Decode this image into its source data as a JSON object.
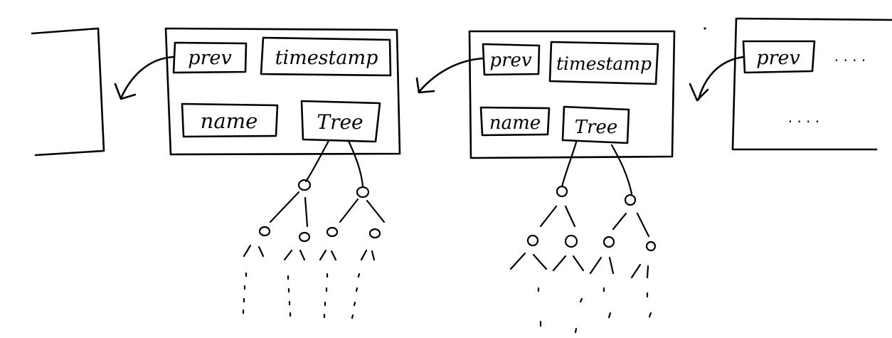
{
  "blocks": [
    {
      "fields": {
        "prev": "prev",
        "timestamp": "timestamp",
        "name": "name",
        "tree": "Tree"
      }
    },
    {
      "fields": {
        "prev": "prev",
        "timestamp": "timestamp",
        "name": "name",
        "tree": "Tree"
      }
    },
    {
      "fields": {
        "prev": "prev"
      },
      "ellipsis_top": "· · · ·",
      "ellipsis_bottom": "· · · ·"
    }
  ]
}
